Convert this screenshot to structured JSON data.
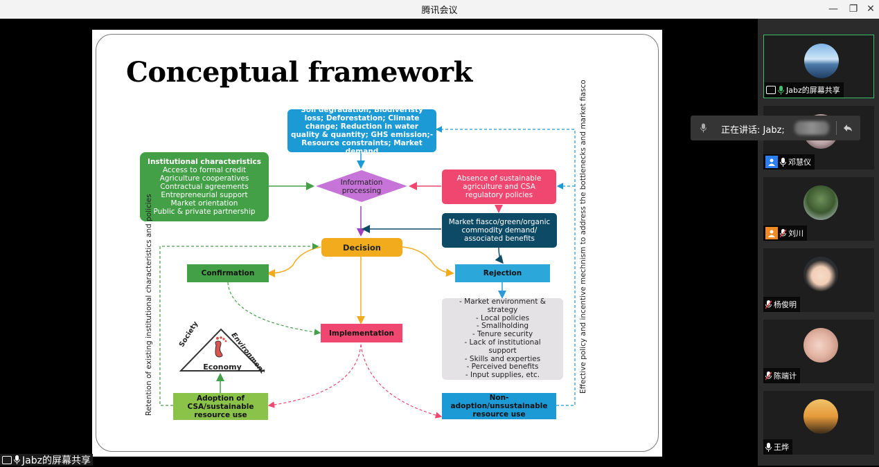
{
  "window": {
    "title": "腾讯会议",
    "minimize": "—",
    "restore": "❐",
    "close": "✕"
  },
  "slide": {
    "title": "Conceptual framework",
    "boxes": {
      "drivers": "Soil degradation; Biodiveristy loss; Deforestation; Climate change; Reduction in water quality & quantity; GHS emission;-Resource constraints; Market demand",
      "institutional_title": "Institutional characteristics",
      "institutional_items": "Access to formal credit\nAgriculture cooperatives\nContractual agreements\nEntrepreneurial support\nMarket orientation\nPublic & private partnership",
      "info_processing": "Information processing",
      "absence": "Absence of sustainable agriculture and CSA regulatory policies",
      "market": "Market fiasco/green/organic commodity demand/ associated benefits",
      "decision": "Decision",
      "confirmation": "Confirmation",
      "rejection": "Rejection",
      "implementation": "Implementation",
      "barriers": "- Market environment & strategy\n- Local policies\n- Smallholding\n- Tenure security\n- Lack of institutional support\n- Skills and experties\n- Perceived benefits\n- Input supplies, etc.",
      "adoption": "Adoption of CSA/sustainable resource use",
      "non_adoption": "Non-adoption/unsustainable resource use",
      "tri_society": "Society",
      "tri_environment": "Environment",
      "tri_economy": "Economy"
    },
    "left_vertical": "Retention of existing institutional characteristics and policies",
    "right_vertical": "Effective policy and incentive mechnism to address the bottlenecks and market fiasco"
  },
  "share_tag": "Jabz的屏幕共享",
  "speaking": {
    "label": "正在讲话: Jabz;"
  },
  "participants": [
    {
      "name": "Jabz的屏幕共享",
      "kind": "screen"
    },
    {
      "name": "邓慧仪",
      "kind": "person-blue"
    },
    {
      "name": "刘川",
      "kind": "person-orange"
    },
    {
      "name": "杨俊明",
      "kind": "none"
    },
    {
      "name": "陈端计",
      "kind": "none"
    },
    {
      "name": "王烨",
      "kind": "none"
    }
  ],
  "colors": {
    "blue": "#1c9ad6",
    "green": "#43a047",
    "pink": "#f04770",
    "purple": "#c774d9",
    "navy": "#0d4a66",
    "orange": "#f2ab1d",
    "lime": "#8bc34a",
    "grey": "#e4e2e4",
    "panel": "#2b2b2b",
    "active": "#3dbe6a"
  }
}
